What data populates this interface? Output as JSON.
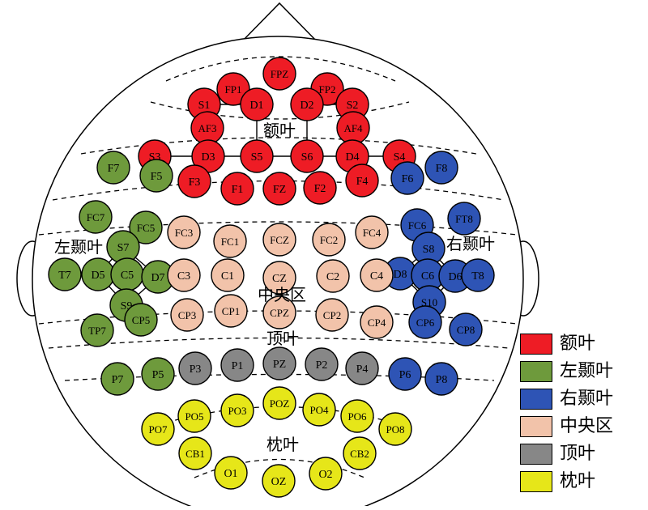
{
  "colors": {
    "frontal": "#ee1c25",
    "left_temporal": "#6e9a3c",
    "right_temporal": "#2e54b5",
    "central": "#f2c3aa",
    "parietal": "#878787",
    "occipital": "#e6e619"
  },
  "region_labels": {
    "frontal": "额叶",
    "left_temporal": "左颞叶",
    "right_temporal": "右颞叶",
    "central": "中央区",
    "parietal": "顶叶",
    "occipital": "枕叶"
  },
  "legend": [
    {
      "region": "frontal",
      "label": "额叶"
    },
    {
      "region": "left_temporal",
      "label": "左颞叶"
    },
    {
      "region": "right_temporal",
      "label": "右颞叶"
    },
    {
      "region": "central",
      "label": "中央区"
    },
    {
      "region": "parietal",
      "label": "顶叶"
    },
    {
      "region": "occipital",
      "label": "枕叶"
    }
  ],
  "electrodes": [
    {
      "label": "FPZ",
      "region": "frontal"
    },
    {
      "label": "FP1",
      "region": "frontal"
    },
    {
      "label": "FP2",
      "region": "frontal"
    },
    {
      "label": "S1",
      "region": "frontal"
    },
    {
      "label": "D1",
      "region": "frontal"
    },
    {
      "label": "D2",
      "region": "frontal"
    },
    {
      "label": "S2",
      "region": "frontal"
    },
    {
      "label": "AF3",
      "region": "frontal"
    },
    {
      "label": "AF4",
      "region": "frontal"
    },
    {
      "label": "S3",
      "region": "frontal"
    },
    {
      "label": "D3",
      "region": "frontal"
    },
    {
      "label": "S5",
      "region": "frontal"
    },
    {
      "label": "S6",
      "region": "frontal"
    },
    {
      "label": "D4",
      "region": "frontal"
    },
    {
      "label": "S4",
      "region": "frontal"
    },
    {
      "label": "F3",
      "region": "frontal"
    },
    {
      "label": "F1",
      "region": "frontal"
    },
    {
      "label": "FZ",
      "region": "frontal"
    },
    {
      "label": "F2",
      "region": "frontal"
    },
    {
      "label": "F4",
      "region": "frontal"
    },
    {
      "label": "F7",
      "region": "left_temporal"
    },
    {
      "label": "F5",
      "region": "left_temporal"
    },
    {
      "label": "FC7",
      "region": "left_temporal"
    },
    {
      "label": "FC5",
      "region": "left_temporal"
    },
    {
      "label": "S7",
      "region": "left_temporal"
    },
    {
      "label": "T7",
      "region": "left_temporal"
    },
    {
      "label": "D5",
      "region": "left_temporal"
    },
    {
      "label": "C5",
      "region": "left_temporal"
    },
    {
      "label": "D7",
      "region": "left_temporal"
    },
    {
      "label": "S9",
      "region": "left_temporal"
    },
    {
      "label": "CP5",
      "region": "left_temporal"
    },
    {
      "label": "TP7",
      "region": "left_temporal"
    },
    {
      "label": "P7",
      "region": "left_temporal"
    },
    {
      "label": "P5",
      "region": "left_temporal"
    },
    {
      "label": "F6",
      "region": "right_temporal"
    },
    {
      "label": "F8",
      "region": "right_temporal"
    },
    {
      "label": "FC6",
      "region": "right_temporal"
    },
    {
      "label": "FT8",
      "region": "right_temporal"
    },
    {
      "label": "S8",
      "region": "right_temporal"
    },
    {
      "label": "D8",
      "region": "right_temporal"
    },
    {
      "label": "C6",
      "region": "right_temporal"
    },
    {
      "label": "D6",
      "region": "right_temporal"
    },
    {
      "label": "T8",
      "region": "right_temporal"
    },
    {
      "label": "S10",
      "region": "right_temporal"
    },
    {
      "label": "CP6",
      "region": "right_temporal"
    },
    {
      "label": "CP8",
      "region": "right_temporal"
    },
    {
      "label": "P6",
      "region": "right_temporal"
    },
    {
      "label": "P8",
      "region": "right_temporal"
    },
    {
      "label": "FC3",
      "region": "central"
    },
    {
      "label": "FC1",
      "region": "central"
    },
    {
      "label": "FCZ",
      "region": "central"
    },
    {
      "label": "FC2",
      "region": "central"
    },
    {
      "label": "FC4",
      "region": "central"
    },
    {
      "label": "C3",
      "region": "central"
    },
    {
      "label": "C1",
      "region": "central"
    },
    {
      "label": "CZ",
      "region": "central"
    },
    {
      "label": "C2",
      "region": "central"
    },
    {
      "label": "C4",
      "region": "central"
    },
    {
      "label": "CP3",
      "region": "central"
    },
    {
      "label": "CP1",
      "region": "central"
    },
    {
      "label": "CPZ",
      "region": "central"
    },
    {
      "label": "CP2",
      "region": "central"
    },
    {
      "label": "CP4",
      "region": "central"
    },
    {
      "label": "P3",
      "region": "parietal"
    },
    {
      "label": "P1",
      "region": "parietal"
    },
    {
      "label": "PZ",
      "region": "parietal"
    },
    {
      "label": "P2",
      "region": "parietal"
    },
    {
      "label": "P4",
      "region": "parietal"
    },
    {
      "label": "PO7",
      "region": "occipital"
    },
    {
      "label": "PO5",
      "region": "occipital"
    },
    {
      "label": "PO3",
      "region": "occipital"
    },
    {
      "label": "POZ",
      "region": "occipital"
    },
    {
      "label": "PO4",
      "region": "occipital"
    },
    {
      "label": "PO6",
      "region": "occipital"
    },
    {
      "label": "PO8",
      "region": "occipital"
    },
    {
      "label": "CB1",
      "region": "occipital"
    },
    {
      "label": "CB2",
      "region": "occipital"
    },
    {
      "label": "O1",
      "region": "occipital"
    },
    {
      "label": "OZ",
      "region": "occipital"
    },
    {
      "label": "O2",
      "region": "occipital"
    }
  ]
}
